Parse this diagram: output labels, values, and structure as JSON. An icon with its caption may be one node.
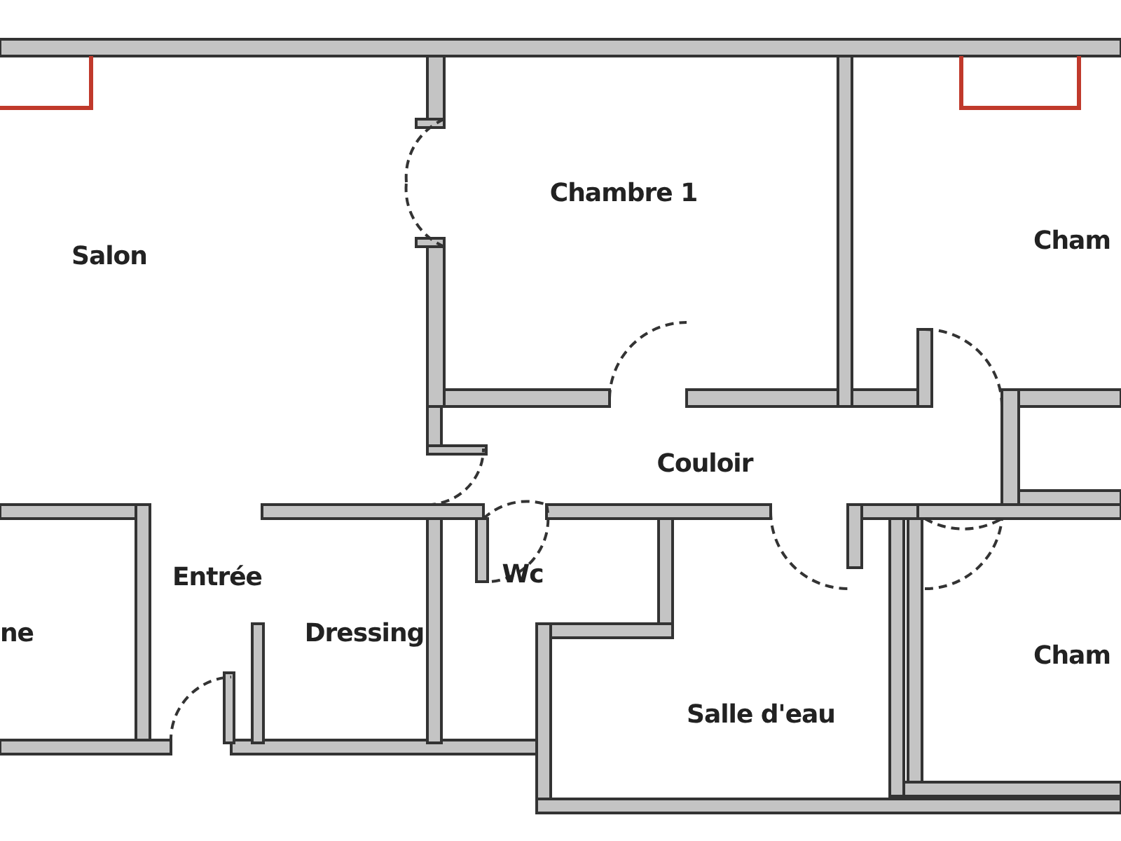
{
  "diagram": {
    "labels": [
      "Salon",
      "Chambre 1",
      "Cham",
      "Couloir",
      "ne",
      "Entrée",
      "Dressing",
      "Wc",
      "Salle d'eau",
      "Cham"
    ]
  }
}
